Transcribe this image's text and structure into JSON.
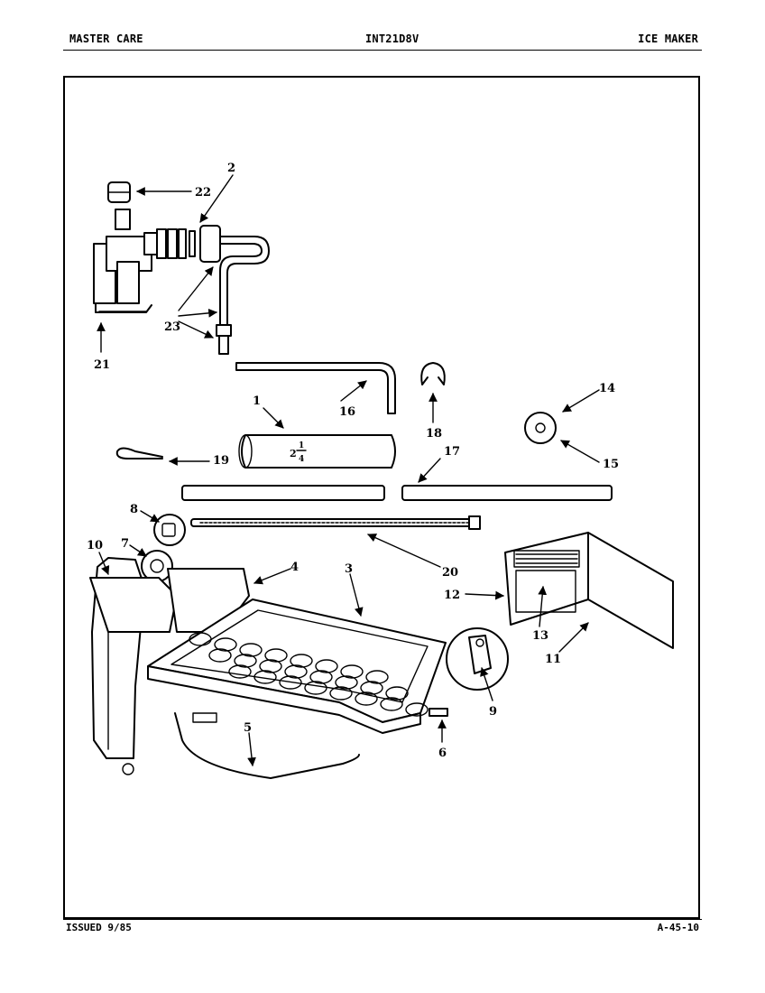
{
  "header": {
    "brand": "MASTER CARE",
    "model": "INT21D8V",
    "section": "ICE MAKER"
  },
  "footer": {
    "issued": "ISSUED 9/85",
    "page_code": "A-45-10"
  },
  "diagram": {
    "tube_size_label_whole": "2",
    "tube_size_label_num": "1",
    "tube_size_label_den": "4",
    "callouts": {
      "c1": "1",
      "c2": "2",
      "c3": "3",
      "c4": "4",
      "c5": "5",
      "c6": "6",
      "c7": "7",
      "c8": "8",
      "c9": "9",
      "c10": "10",
      "c11": "11",
      "c12": "12",
      "c13": "13",
      "c14": "14",
      "c15": "15",
      "c16": "16",
      "c17": "17",
      "c18": "18",
      "c19": "19",
      "c20": "20",
      "c21": "21",
      "c22": "22",
      "c23": "23"
    }
  }
}
